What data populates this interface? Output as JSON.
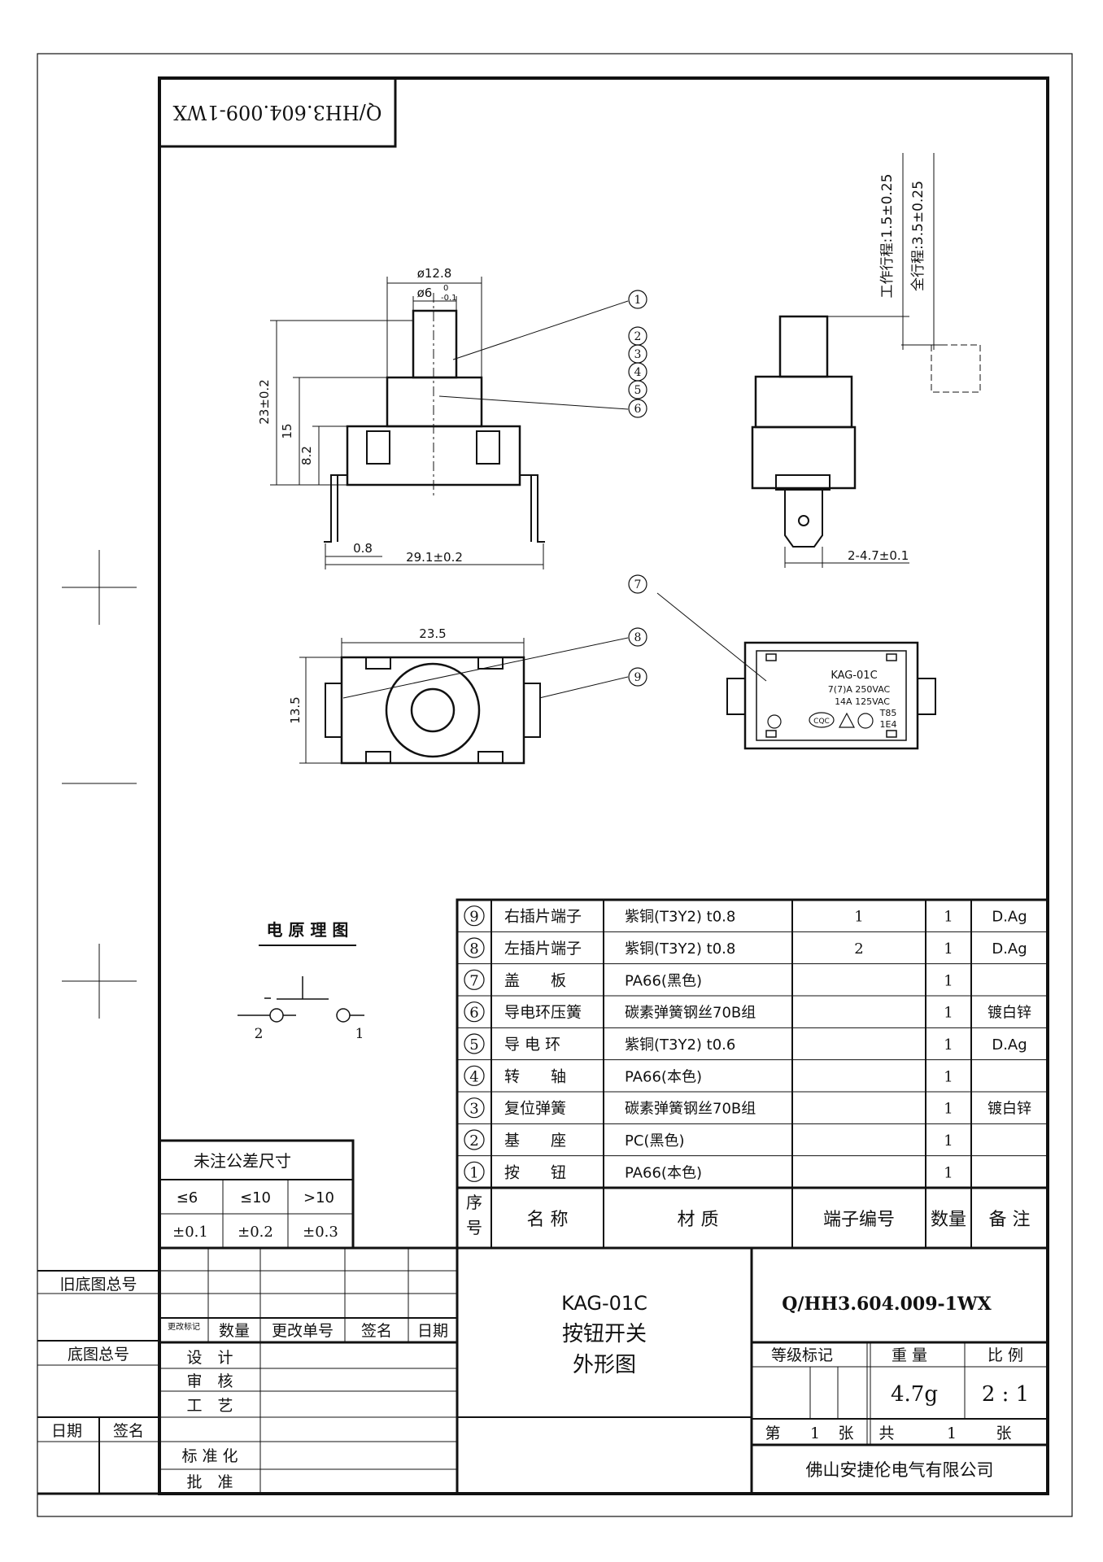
{
  "drawing_number": "Q/HH3.604.009-1WX",
  "callouts": [
    "1",
    "2",
    "3",
    "4",
    "5",
    "6",
    "7",
    "8",
    "9"
  ],
  "dimensions": {
    "outer_dia": "ø12.8",
    "shaft_dia": "ø6",
    "shaft_tol_upper": "0",
    "shaft_tol_lower": "-0.1",
    "height_total": "23±0.2",
    "height_mid": "15",
    "height_base": "8.2",
    "pin_offset": "0.8",
    "width_pins": "29.1±0.2",
    "terminal": "2-4.7±0.1",
    "top_width": "23.5",
    "top_depth": "13.5",
    "work_travel": "工作行程:1.5±0.25",
    "full_travel": "全行程:3.5±0.25"
  },
  "label_plate": {
    "model": "KAG-01C",
    "line1": "7(7)A 250VAC",
    "line2": "14A 125VAC",
    "line3": "T85",
    "line4": "1E4",
    "cert_cqc": "CQC"
  },
  "circuit": {
    "title": "电 原 理 图",
    "left_terminal": "2",
    "right_terminal": "1"
  },
  "tolerance_table": {
    "title": "未注公差尺寸",
    "headers": [
      "≤6",
      "≤10",
      ">10"
    ],
    "values": [
      "±0.1",
      "±0.2",
      "±0.3"
    ]
  },
  "parts_header": {
    "no": "序号",
    "name": "名 称",
    "material": "材 质",
    "terminal_no": "端子编号",
    "qty": "数量",
    "remark": "备 注"
  },
  "parts": [
    {
      "no": "9",
      "name": "右插片端子",
      "material": "紫铜(T3Y2)  t0.8",
      "terminal": "1",
      "qty": "1",
      "remark": "D.Ag"
    },
    {
      "no": "8",
      "name": "左插片端子",
      "material": "紫铜(T3Y2)  t0.8",
      "terminal": "2",
      "qty": "1",
      "remark": "D.Ag"
    },
    {
      "no": "7",
      "name": "盖　　板",
      "material": "PA66(黑色)",
      "terminal": "",
      "qty": "1",
      "remark": ""
    },
    {
      "no": "6",
      "name": "导电环压簧",
      "material": "碳素弹簧钢丝70B组",
      "terminal": "",
      "qty": "1",
      "remark": "镀白锌"
    },
    {
      "no": "5",
      "name": "导 电 环",
      "material": "紫铜(T3Y2)  t0.6",
      "terminal": "",
      "qty": "1",
      "remark": "D.Ag"
    },
    {
      "no": "4",
      "name": "转　　轴",
      "material": "PA66(本色)",
      "terminal": "",
      "qty": "1",
      "remark": ""
    },
    {
      "no": "3",
      "name": "复位弹簧",
      "material": "碳素弹簧钢丝70B组",
      "terminal": "",
      "qty": "1",
      "remark": "镀白锌"
    },
    {
      "no": "2",
      "name": "基　　座",
      "material": "PC(黑色)",
      "terminal": "",
      "qty": "1",
      "remark": ""
    },
    {
      "no": "1",
      "name": "按　　钮",
      "material": "PA66(本色)",
      "terminal": "",
      "qty": "1",
      "remark": ""
    }
  ],
  "title_block": {
    "product_model": "KAG-01C",
    "product_name": "按钮开关",
    "drawing_type": "外形图",
    "drawing_no": "Q/HH3.604.009-1WX",
    "grade_mark": "等级标记",
    "weight_label": "重 量",
    "weight": "4.7g",
    "scale_label": "比 例",
    "scale": "2 : 1",
    "sheet_label_1": "第",
    "sheet_no": "1",
    "sheet_label_2": "张",
    "total_label": "共",
    "total_no": "1",
    "total_label_2": "张",
    "company": "佛山安捷伦电气有限公司"
  },
  "revision_block": {
    "change_mark": "更改标记",
    "qty": "数量",
    "change_no": "更改单号",
    "sign": "签名",
    "date": "日期",
    "design": "设　计",
    "review": "审　核",
    "process": "工　艺",
    "standard": "标 准 化",
    "approve": "批　准"
  },
  "left_margin": {
    "old_base_total": "旧底图总号",
    "base_total": "底图总号",
    "date": "日期",
    "sign": "签名"
  }
}
